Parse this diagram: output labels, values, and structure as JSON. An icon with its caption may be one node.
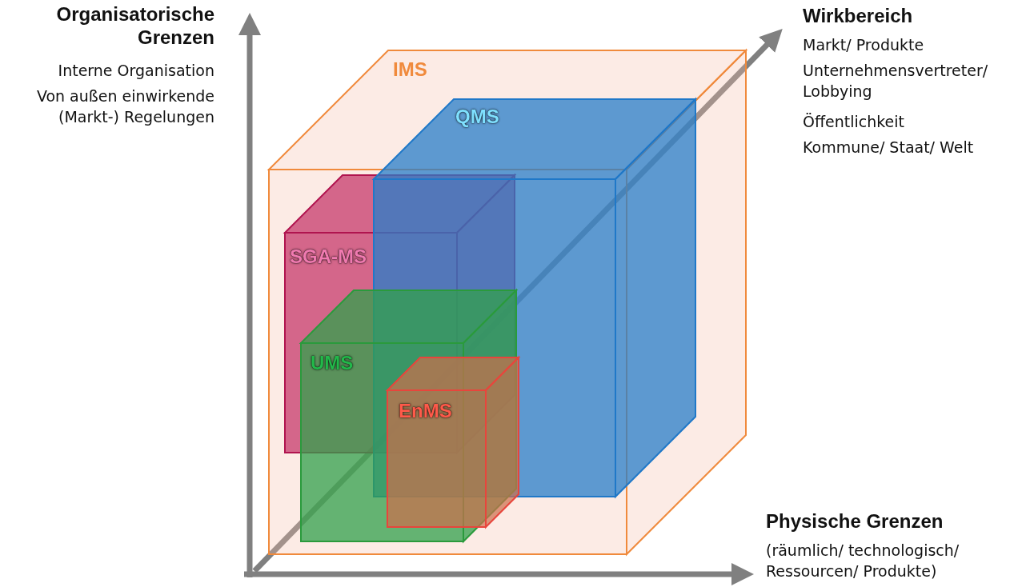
{
  "diagram": {
    "nodes": [
      {
        "text": [
          "IMS"
        ]
      },
      {
        "text": [
          "QMS"
        ],
        "in": 0
      },
      {
        "text": [
          "SGA-MS"
        ],
        "in": 0
      },
      {
        "text": [
          "UMS"
        ],
        "in": 0
      },
      {
        "text": [
          "EnMS"
        ],
        "in": 0
      }
    ],
    "labels": [
      "Organisatorische Grenzen",
      "Interne Organisation",
      "Von außen einwirkende (Markt-) Regelungen",
      "Wirkbereich",
      "Markt/ Produkte",
      "Unternehmensvertreter/ Lobbying",
      "Öffentlichkeit",
      "Kommune/ Staat/ Welt",
      "Physische Grenzen",
      "(räumlich/ technologisch/ Ressourcen/ Produkte)"
    ]
  }
}
